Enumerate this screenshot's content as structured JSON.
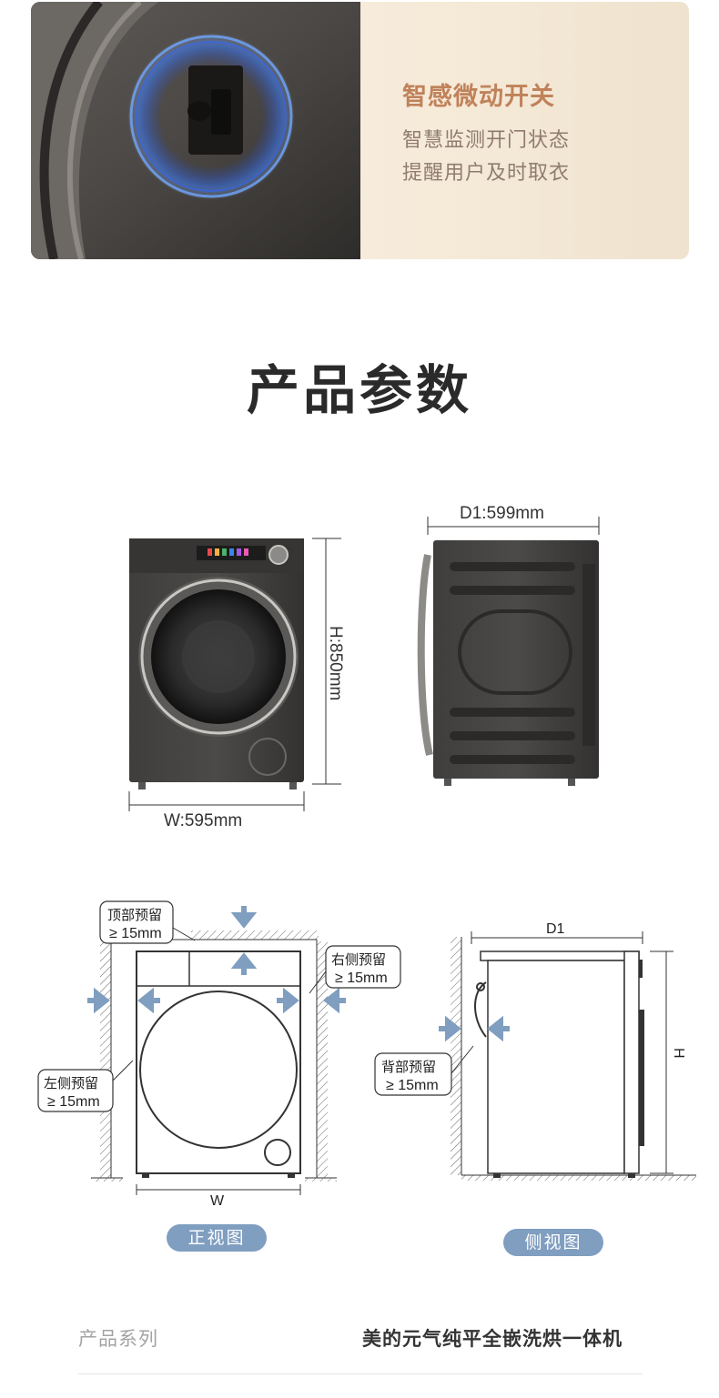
{
  "feature": {
    "title": "智感微动开关",
    "desc_line1": "智慧监测开门状态",
    "desc_line2": "提醒用户及时取衣"
  },
  "section_title": "产品参数",
  "dimensions": {
    "depth_label": "D1:599mm",
    "height_label": "H:850mm",
    "width_label": "W:595mm"
  },
  "install_diagram": {
    "top_clearance_line1": "顶部预留",
    "top_clearance_line2": "≥ 15mm",
    "right_clearance_line1": "右侧预留",
    "right_clearance_line2": "≥ 15mm",
    "left_clearance_line1": "左侧预留",
    "left_clearance_line2": "≥ 15mm",
    "back_clearance_line1": "背部预留",
    "back_clearance_line2": "≥ 15mm",
    "front_width_label": "W",
    "side_depth_label": "D1",
    "side_height_label": "H",
    "front_view_label": "正视图",
    "side_view_label": "侧视图"
  },
  "params": [
    {
      "key": "产品系列",
      "value": "美的元气纯平全嵌洗烘一体机"
    }
  ],
  "colors": {
    "accent_title": "#c0825a",
    "pill": "#7f9ec0",
    "arrow": "#7f9ec0",
    "machine_body": "#3b3a3a"
  }
}
